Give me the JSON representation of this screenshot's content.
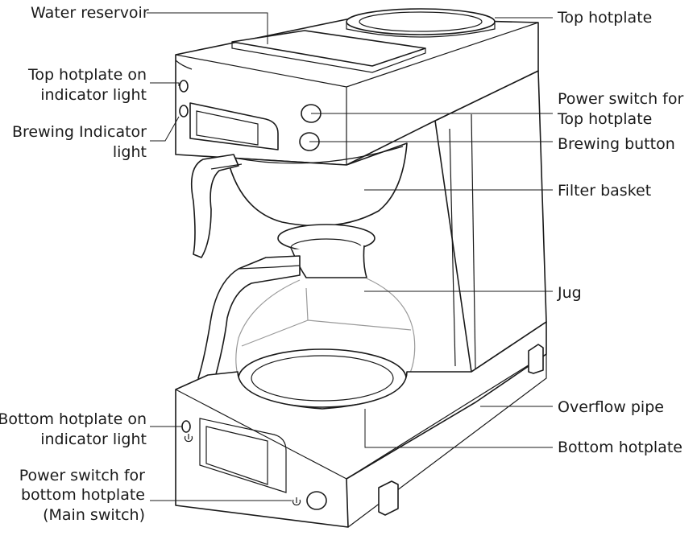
{
  "labels": {
    "water_reservoir": "Water reservoir",
    "top_hotplate": "Top hotplate",
    "top_hotplate_indicator": [
      "Top hotplate on",
      "indicator light"
    ],
    "power_switch_top": [
      "Power switch for",
      "Top hotplate"
    ],
    "brewing_indicator": [
      "Brewing Indicator",
      "light"
    ],
    "brewing_button": "Brewing button",
    "filter_basket": "Filter basket",
    "jug": "Jug",
    "overflow_pipe": "Overflow pipe",
    "bottom_hotplate_indicator": [
      "Bottom hotplate on",
      "indicator light"
    ],
    "bottom_hotplate": "Bottom hotplate",
    "power_switch_bottom": [
      "Power switch for",
      "bottom hotplate",
      "(Main switch)"
    ]
  },
  "icons": {
    "power_symbol": "power-icon"
  }
}
